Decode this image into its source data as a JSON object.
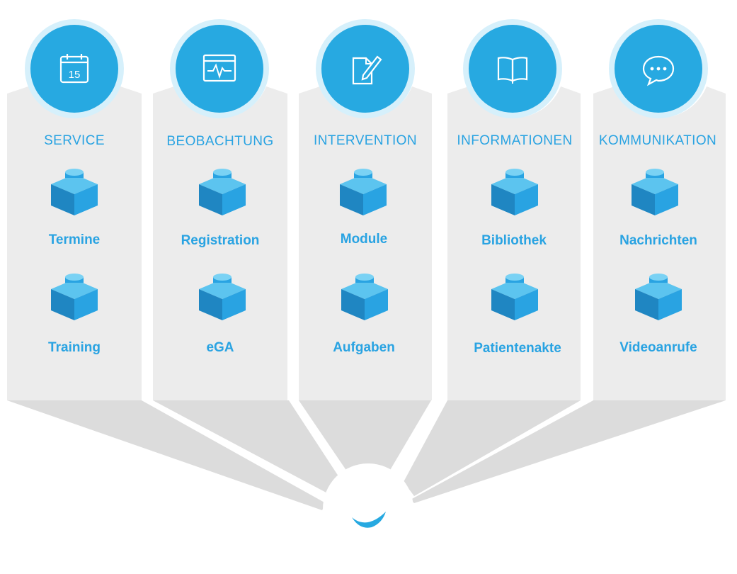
{
  "colors": {
    "accent": "#27a9e1",
    "accent_dark": "#1f86c2",
    "panel": "#ececec",
    "floor": "#d9d9d9",
    "badge_ring": "#d6f0fb"
  },
  "columns": [
    {
      "title": "SERVICE",
      "icon": "calendar-icon",
      "calendar_day": "15",
      "items": [
        "Termine",
        "Training"
      ]
    },
    {
      "title": "BEOBACHTUNG",
      "icon": "monitor-heartbeat-icon",
      "items": [
        "Registration",
        "eGA"
      ]
    },
    {
      "title": "INTERVENTION",
      "icon": "document-pencil-icon",
      "items": [
        "Module",
        "Aufgaben"
      ]
    },
    {
      "title": "INFORMATIONEN",
      "icon": "book-icon",
      "items": [
        "Bibliothek",
        "Patientenakte"
      ]
    },
    {
      "title": "KOMMUNIKATION",
      "icon": "chat-bubble-icon",
      "items": [
        "Nachrichten",
        "Videoanrufe"
      ]
    }
  ],
  "hub": {
    "icon": "bird-logo-icon"
  }
}
